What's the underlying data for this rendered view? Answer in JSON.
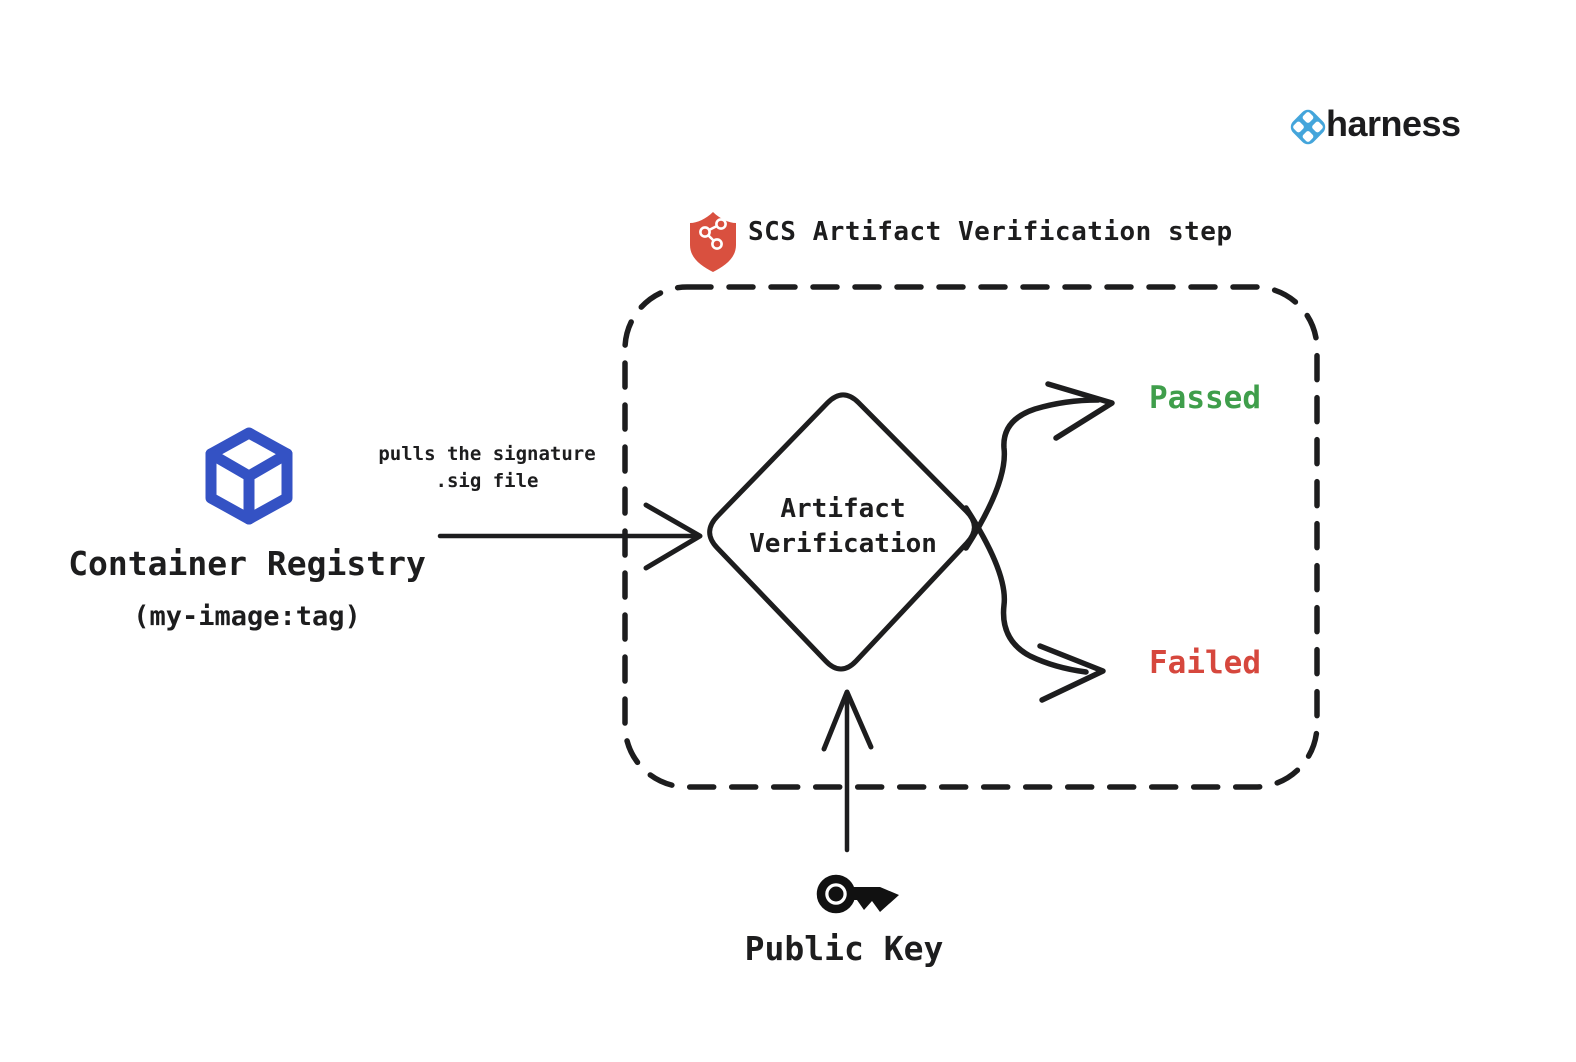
{
  "logo": {
    "text": "harness",
    "icon": "harness-logo-icon",
    "icon_color": "#44a5db",
    "text_color": "#1c1c1e"
  },
  "step": {
    "title": "SCS Artifact Verification step",
    "icon": "shield-icon",
    "shield_color": "#d9503f"
  },
  "source": {
    "title": "Container Registry",
    "subtitle": "(my-image:tag)",
    "icon": "cube-icon",
    "cube_color": "#3452c4"
  },
  "flow": {
    "arrow_label_line1": "pulls the signature",
    "arrow_label_line2": ".sig file"
  },
  "decision": {
    "line1": "Artifact",
    "line2": "Verification"
  },
  "outcomes": {
    "passed_label": "Passed",
    "passed_color": "#3f9e4b",
    "failed_label": "Failed",
    "failed_color": "#d6473d"
  },
  "key": {
    "label": "Public Key",
    "icon": "key-icon"
  },
  "ink_color": "#1d1d1e"
}
